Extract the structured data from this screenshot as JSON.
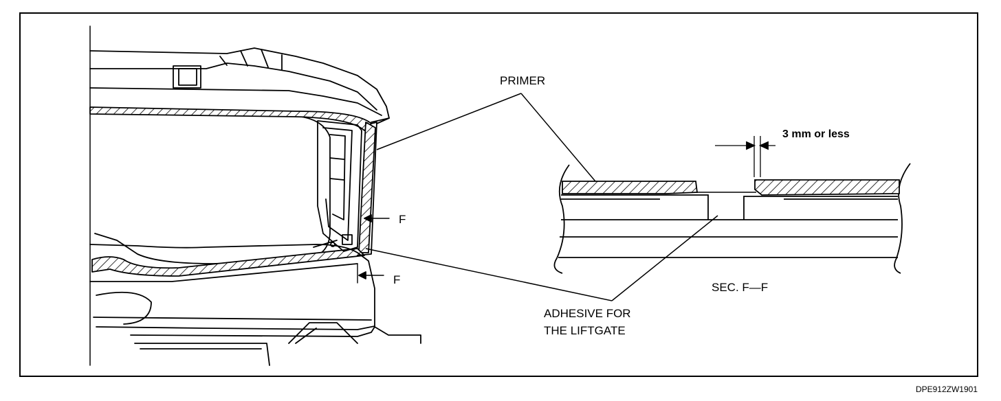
{
  "labels": {
    "primer": "PRIMER",
    "gap": "3 mm or less",
    "section_mark_upper": "F",
    "section_mark_lower": "F",
    "adhesive_line1": "ADHESIVE FOR",
    "adhesive_line2": "THE LIFTGATE",
    "section_title": "SEC. F—F"
  },
  "figure_code": "DPE912ZW1901",
  "colors": {
    "line": "#000000",
    "background": "#ffffff"
  }
}
